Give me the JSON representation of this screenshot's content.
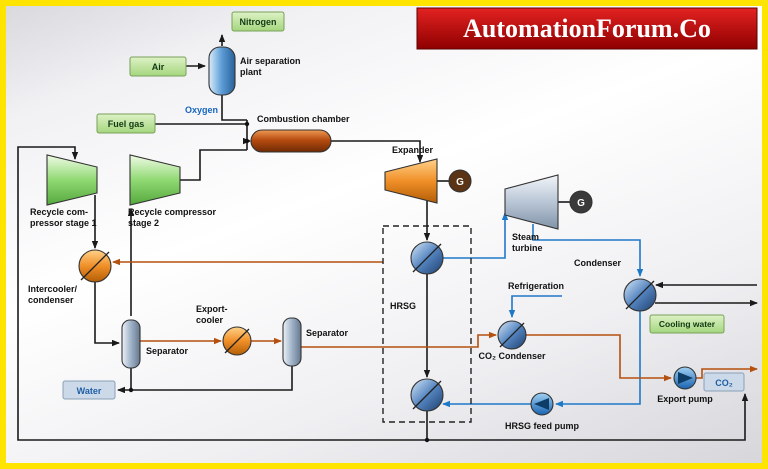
{
  "banner": {
    "title": "AutomationForum.Co"
  },
  "colors": {
    "frame_yellow": "#ffe400",
    "banner_red": "#c00000",
    "line_main": "#1a1a1a",
    "line_steam_water": "#1e78c8",
    "line_hot_co2": "#b5500f",
    "tag_green_bg": "#c7e6a4",
    "tag_blue_bg": "#ccd9e8",
    "oxygen_text": "#1565c0"
  },
  "labels": {
    "nitrogen": "Nitrogen",
    "air": "Air",
    "fuel_gas": "Fuel gas",
    "oxygen": "Oxygen",
    "asp_line1": "Air separation",
    "asp_line2": "plant",
    "combustion_chamber": "Combustion chamber",
    "expander": "Expander",
    "rc1_line1": "Recycle com-",
    "rc1_line2": "pressor stage 1",
    "rc2_line1": "Recycle compressor",
    "rc2_line2": "stage 2",
    "intercooler_line1": "Intercooler/",
    "intercooler_line2": "condenser",
    "separator1": "Separator",
    "separator2": "Separator",
    "export_cooler_line1": "Export-",
    "export_cooler_line2": "cooler",
    "hrsg": "HRSG",
    "steam_turbine_line1": "Steam",
    "steam_turbine_line2": "turbine",
    "condenser": "Condenser",
    "cooling_water": "Cooling water",
    "refrigeration": "Refrigeration",
    "co2_condenser": "CO₂ Condenser",
    "hrsg_feed_pump": "HRSG feed pump",
    "export_pump": "Export pump",
    "water": "Water",
    "co2": "CO₂",
    "generator": "G"
  }
}
